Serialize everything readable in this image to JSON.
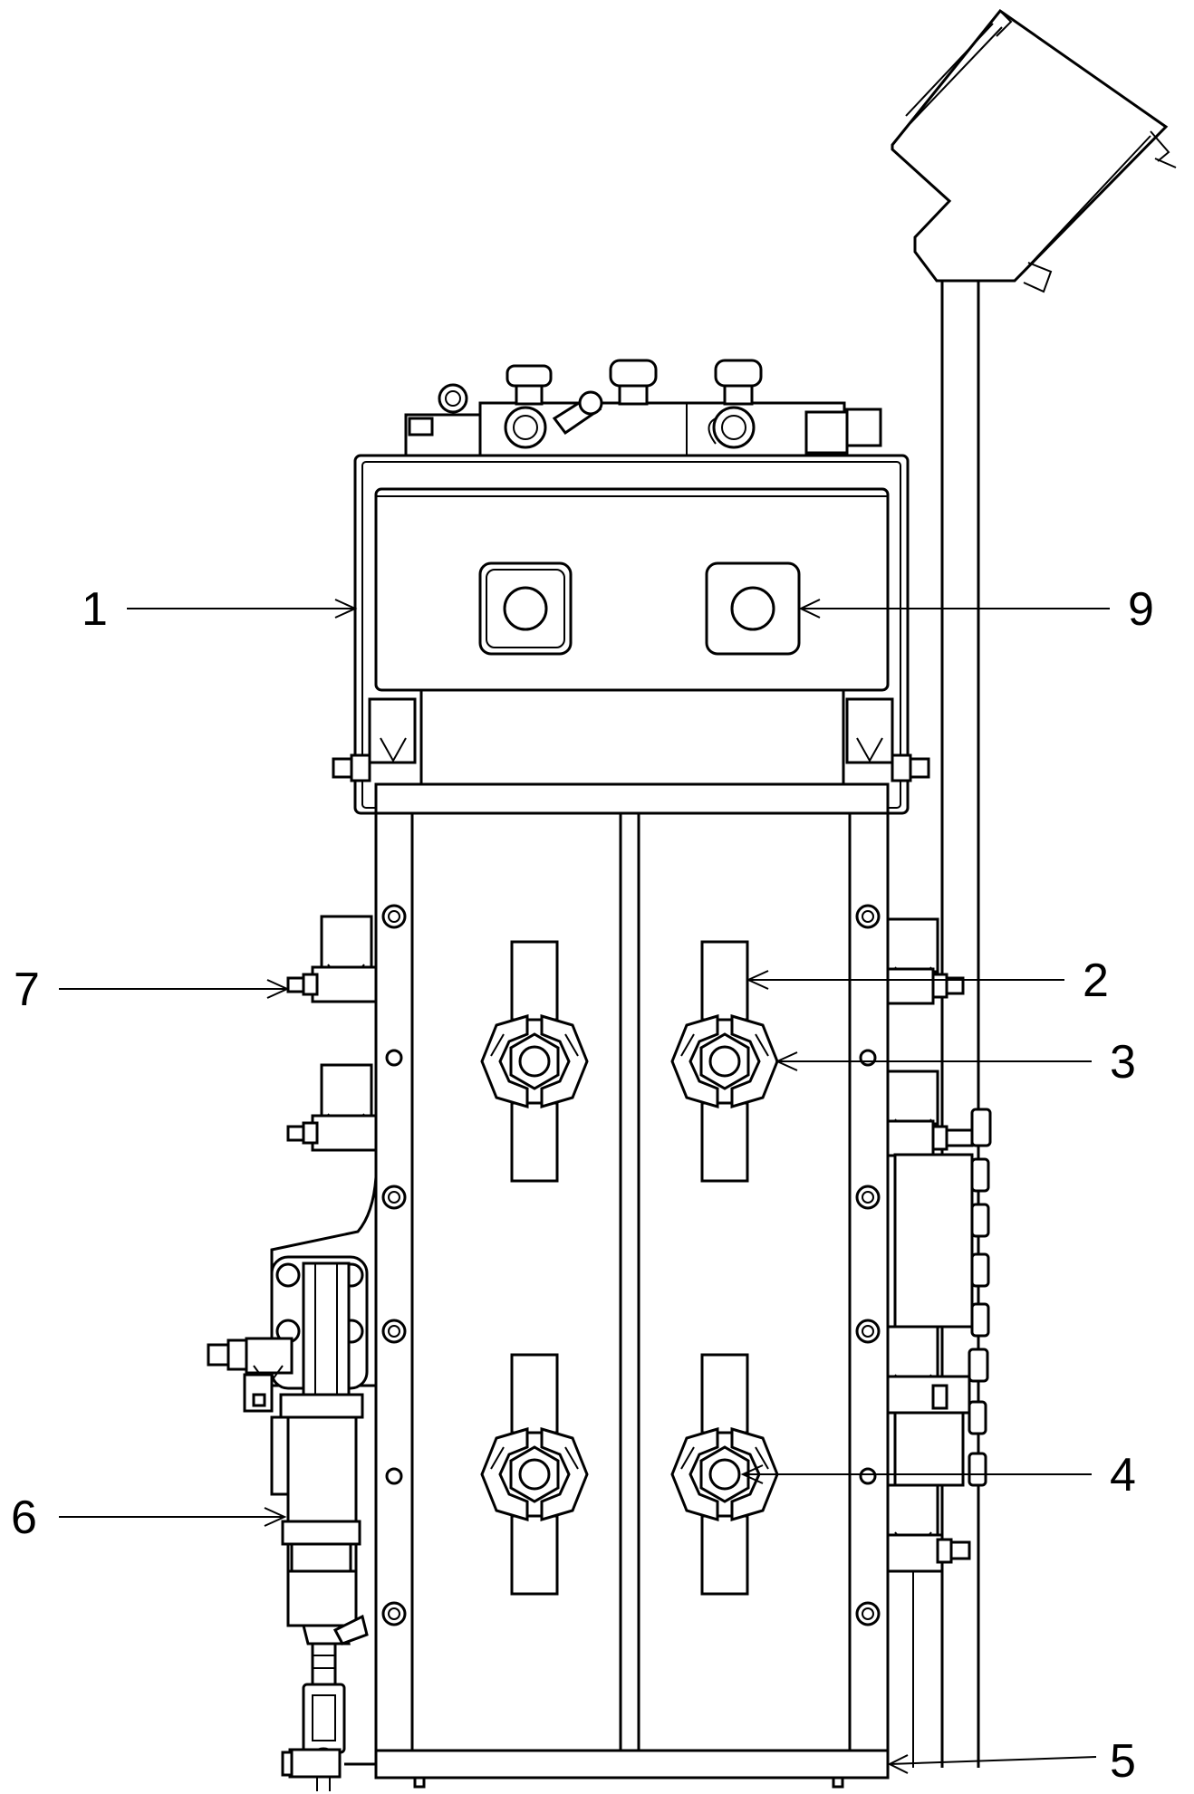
{
  "labels": {
    "l1": "1",
    "l2": "2",
    "l3": "3",
    "l4": "4",
    "l5": "5",
    "l6": "6",
    "l7": "7",
    "l9": "9"
  },
  "colors": {
    "line": "#000000",
    "background": "#ffffff"
  }
}
